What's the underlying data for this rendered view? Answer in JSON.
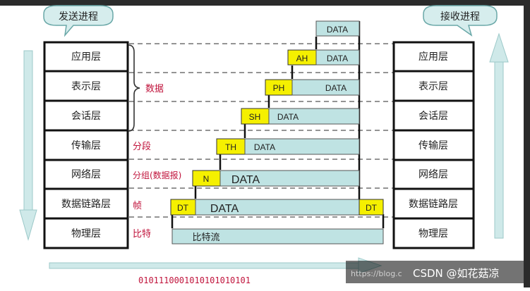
{
  "bubbles": {
    "left": "发送进程",
    "right": "接收进程"
  },
  "layers": [
    "应用层",
    "表示层",
    "会话层",
    "传输层",
    "网络层",
    "数据链路层",
    "物理层"
  ],
  "middle_labels": {
    "data": "数据",
    "segment": "分段",
    "packet": "分组(数据报)",
    "frame": "帧",
    "bits": "比特"
  },
  "units": {
    "top_data": "DATA",
    "app": {
      "header": "AH",
      "body": "DATA"
    },
    "pres": {
      "header": "PH",
      "body": "DATA"
    },
    "session": {
      "header": "SH",
      "body": "DATA"
    },
    "transport": {
      "header": "TH",
      "body": "DATA"
    },
    "network": {
      "header": "N",
      "body": "DATA"
    },
    "link": {
      "header": "DT",
      "body": "DATA",
      "trailer": "DT"
    },
    "physical": {
      "body": "比特流"
    }
  },
  "bitstream": "0101110001010101010101",
  "watermark": {
    "url": "https://blog.c",
    "text": "CSDN @如花菇凉"
  },
  "colors": {
    "yellow": "#f5f000",
    "teal": "#bfe3e3",
    "arrow": "#cfe9e9",
    "label_red": "#c0143c"
  }
}
